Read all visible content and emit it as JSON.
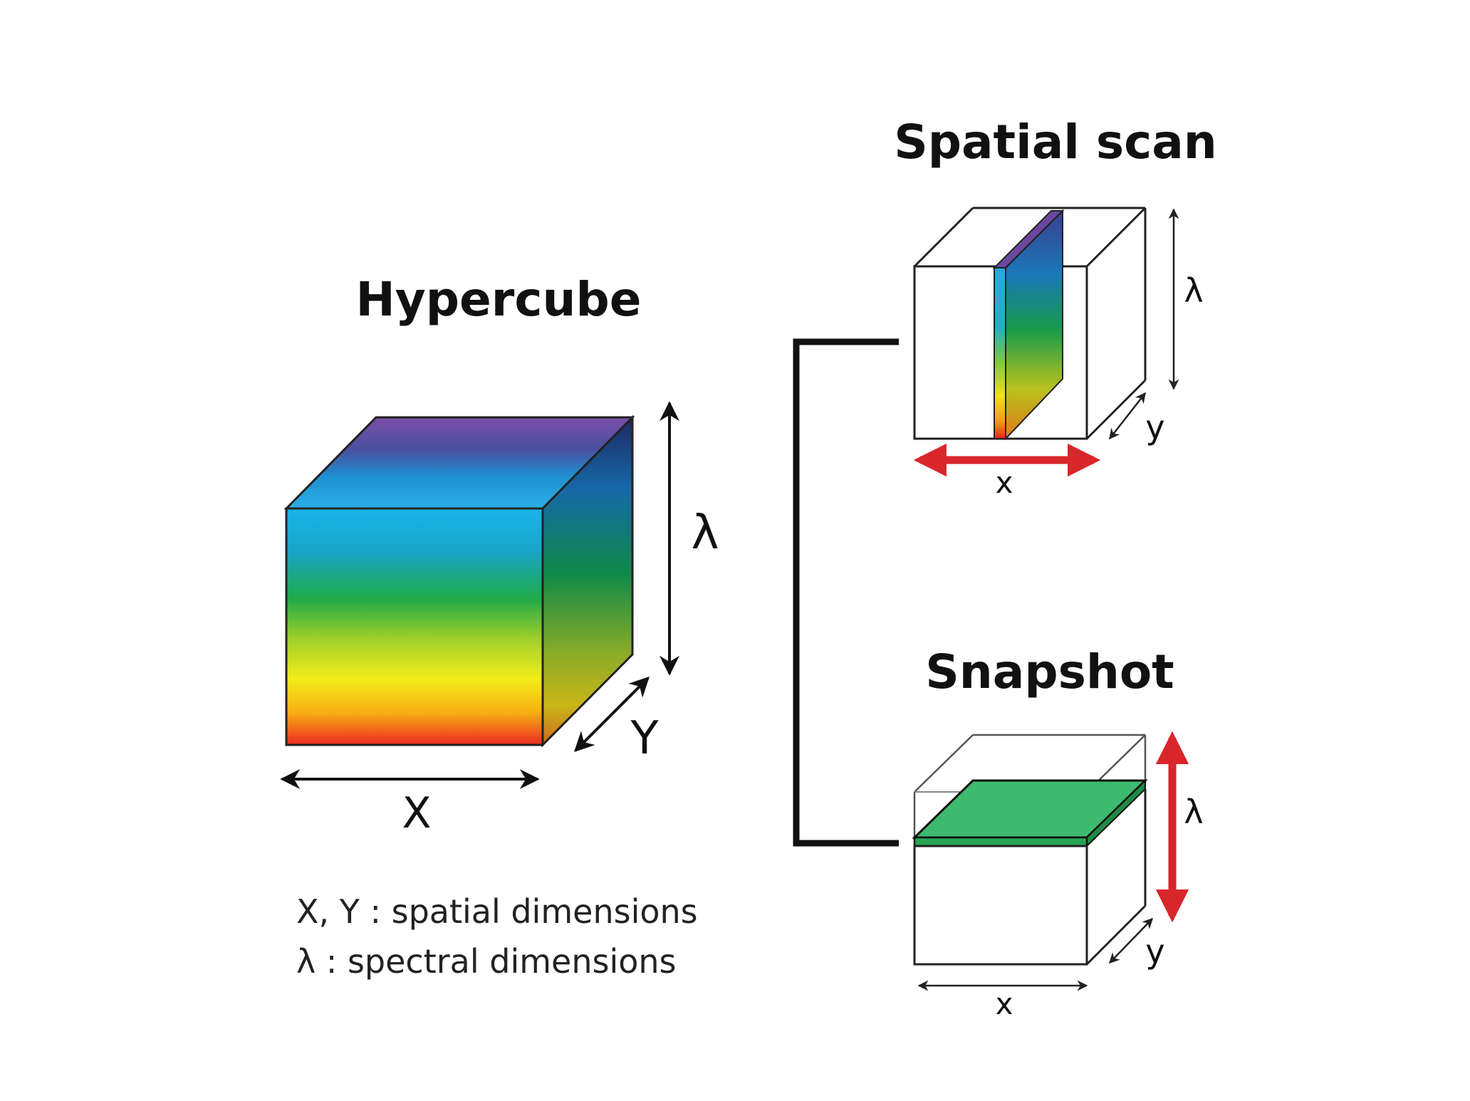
{
  "hypercube": {
    "title": "Hypercube",
    "axis_x": "X",
    "axis_y": "Y",
    "axis_lambda": "λ"
  },
  "spatial_scan": {
    "title": "Spatial scan",
    "axis_x": "x",
    "axis_y": "y",
    "axis_lambda": "λ"
  },
  "snapshot": {
    "title": "Snapshot",
    "axis_x": "x",
    "axis_y": "y",
    "axis_lambda": "λ"
  },
  "legend": {
    "line1": "X, Y : spatial dimensions",
    "line2": "λ : spectral dimensions"
  },
  "colors": {
    "scan_arrow": "#d8262b",
    "slice_green": "#3dba6f",
    "outline": "#222222"
  }
}
